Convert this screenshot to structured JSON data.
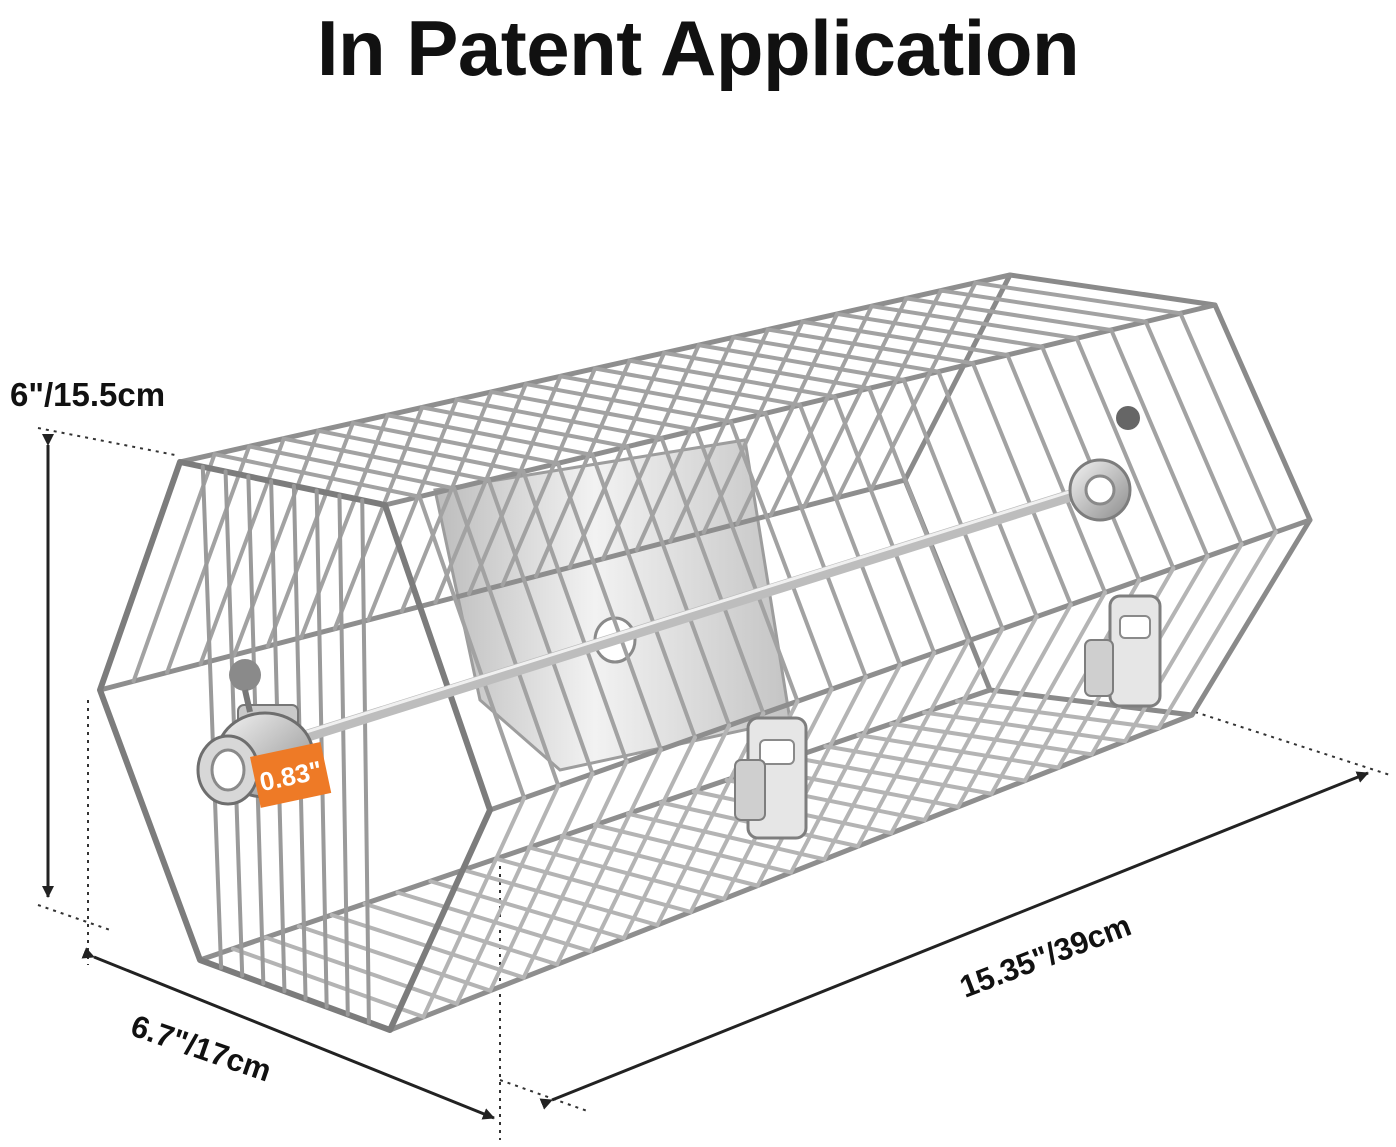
{
  "title": "In Patent Application",
  "dimensions": {
    "height": "6\"/15.5cm",
    "width": "6.7\"/17cm",
    "length": "15.35\"/39cm",
    "bore": "0.83\""
  },
  "colors": {
    "title": "#111111",
    "metal": "#9a9a9a",
    "metal_dark": "#6e6e6e",
    "plate": "#d9d9d9",
    "tag": "#ee7a26",
    "dim_line": "#222222"
  },
  "icons": {
    "product": "rotisserie-basket",
    "arrow": "dimension-arrow"
  }
}
